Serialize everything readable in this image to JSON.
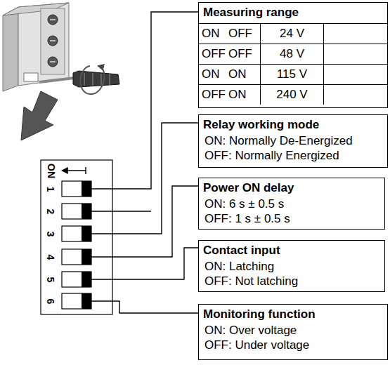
{
  "diagram": {
    "nodes": [
      {
        "text": [
          "Measuring range"
        ]
      },
      {
        "text": [
          "Relay working mode",
          "ON: Normally De-Energized",
          "OFF: Normally Energized"
        ]
      },
      {
        "text": [
          "Power ON delay",
          "ON: 6 s ± 0.5 s",
          "OFF: 1 s ± 0.5 s"
        ]
      },
      {
        "text": [
          "Contact input",
          "ON: Latching",
          "OFF: Not latching"
        ]
      },
      {
        "text": [
          "Monitoring function",
          "ON: Over voltage",
          "OFF: Under voltage"
        ]
      }
    ],
    "labels": [
      "ON",
      "OFF",
      "24 V",
      "OFF",
      "OFF",
      "48 V",
      "ON",
      "ON",
      "115 V",
      "OFF",
      "ON",
      "240 V",
      "ON",
      "1",
      "2",
      "3",
      "4",
      "5",
      "6"
    ]
  }
}
